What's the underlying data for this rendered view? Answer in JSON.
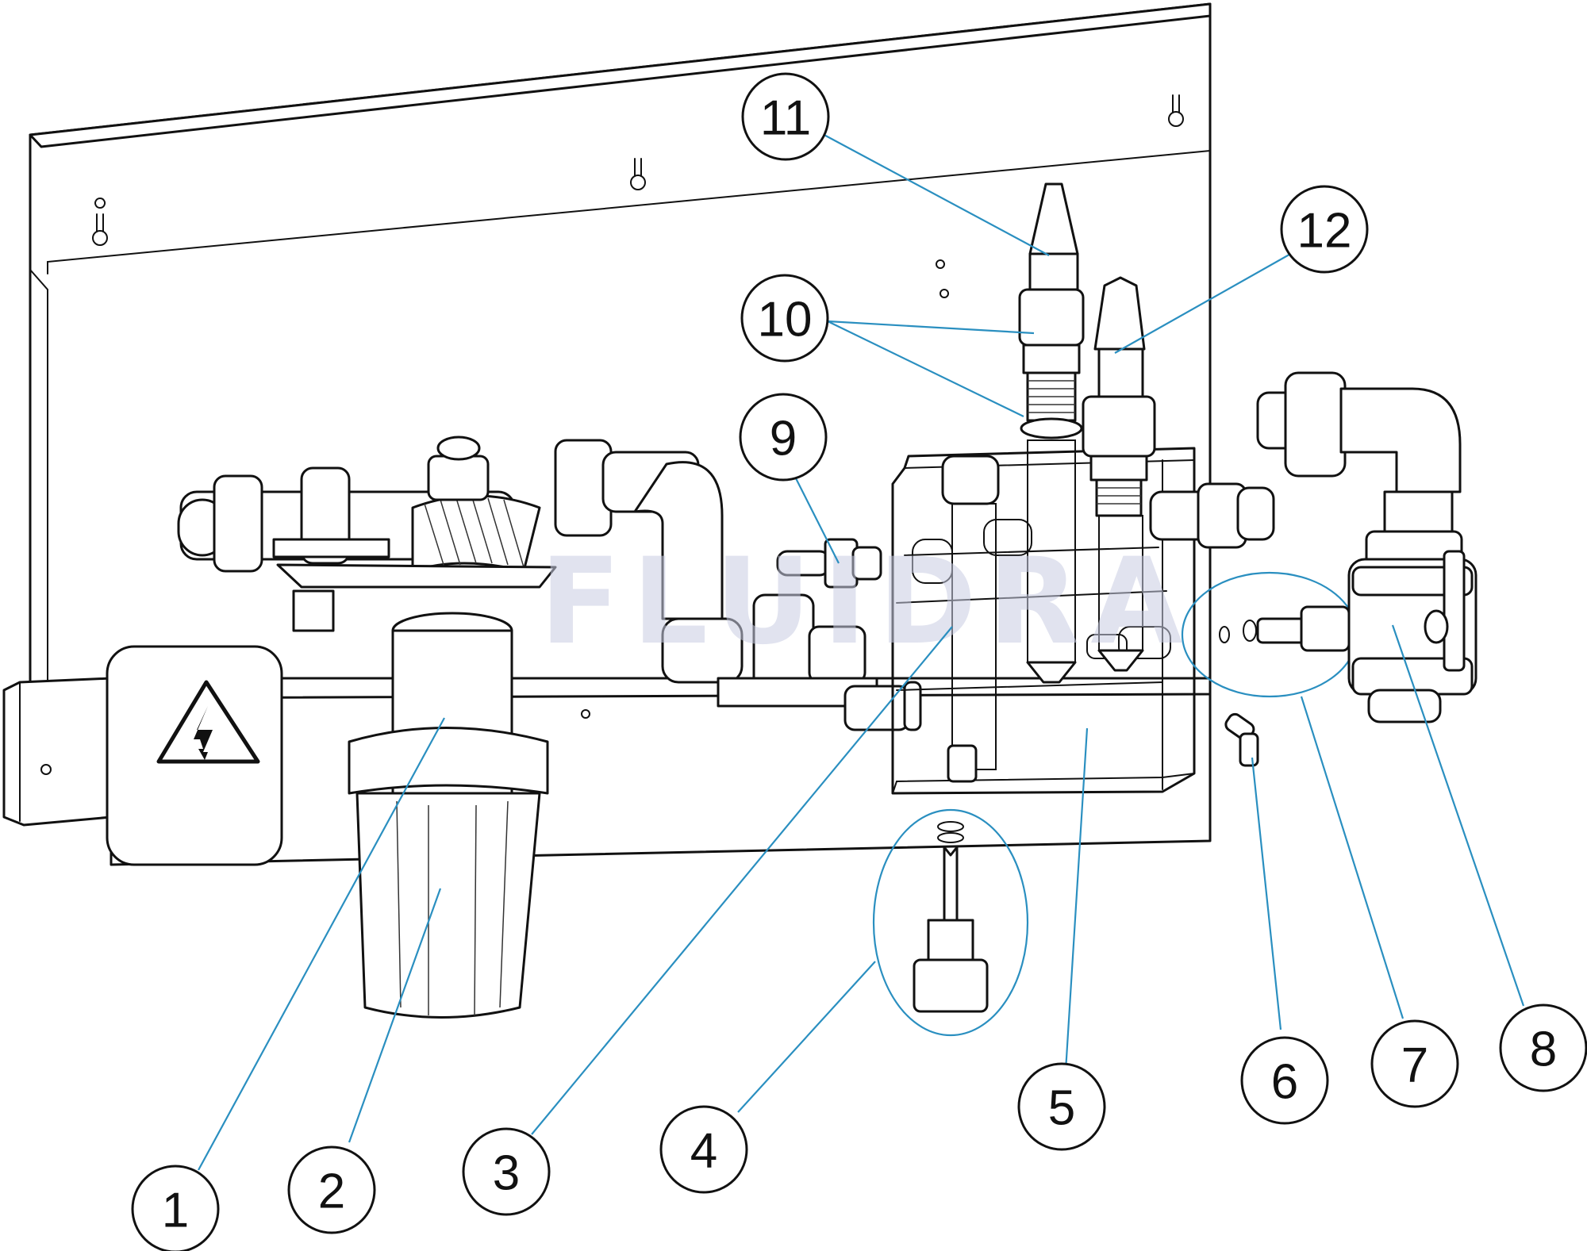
{
  "watermark": "FLUIDRA",
  "callouts": [
    {
      "id": "1",
      "label": "1"
    },
    {
      "id": "2",
      "label": "2"
    },
    {
      "id": "3",
      "label": "3"
    },
    {
      "id": "4",
      "label": "4"
    },
    {
      "id": "5",
      "label": "5"
    },
    {
      "id": "6",
      "label": "6"
    },
    {
      "id": "7",
      "label": "7"
    },
    {
      "id": "8",
      "label": "8"
    },
    {
      "id": "9",
      "label": "9"
    },
    {
      "id": "10",
      "label": "10"
    },
    {
      "id": "11",
      "label": "11"
    },
    {
      "id": "12",
      "label": "12"
    }
  ],
  "colors": {
    "leader": "#2a8fc0",
    "line": "#111111",
    "watermark": "#c9cde2"
  }
}
